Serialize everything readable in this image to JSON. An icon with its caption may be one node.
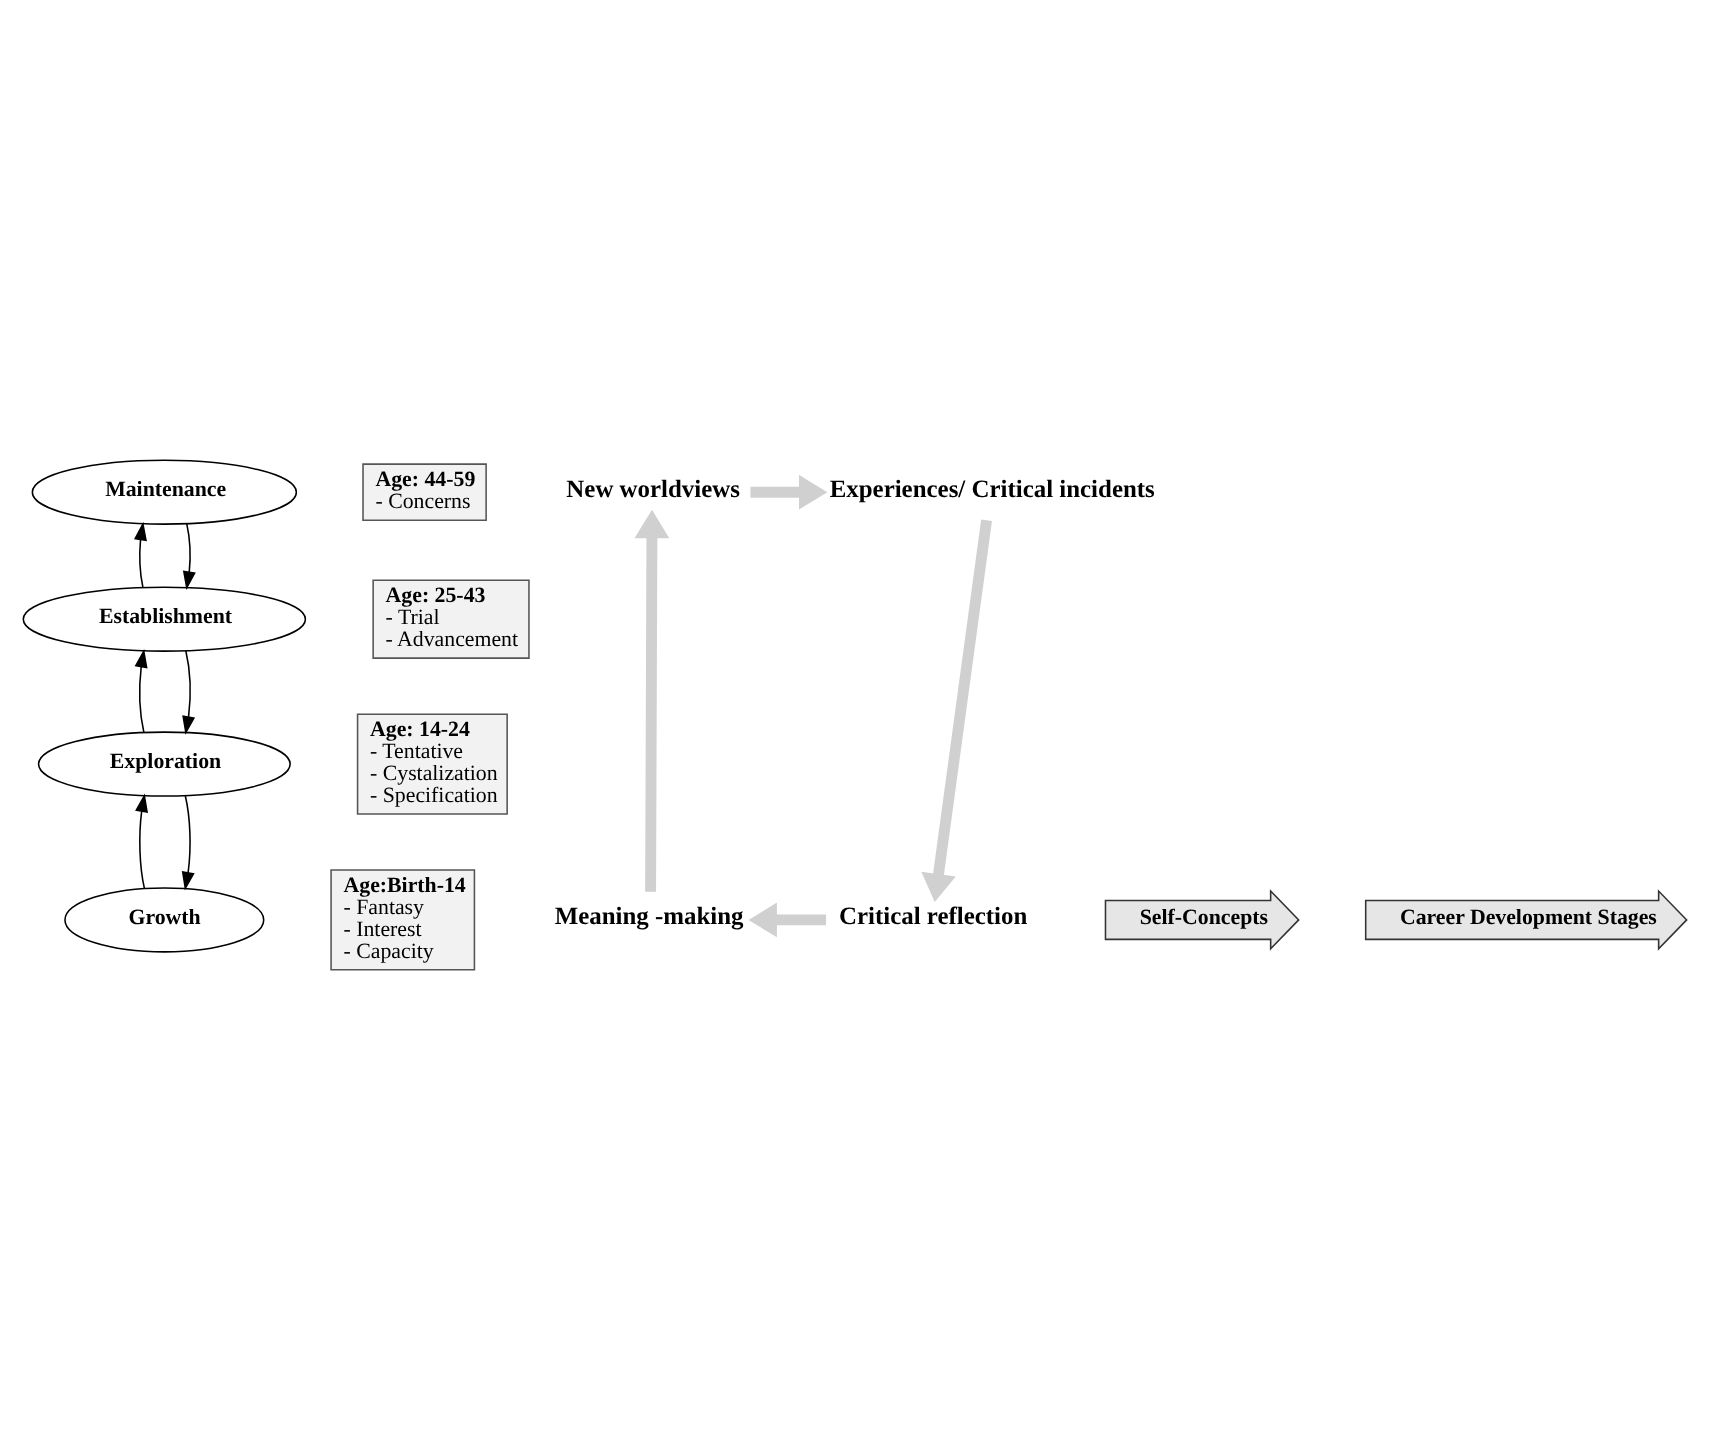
{
  "diagram": {
    "nodes": [
      {
        "text": [
          "Growth"
        ],
        "beside": [
          "Age:Birth-14",
          "- Fantasy",
          "- Interest",
          "- Capacity"
        ]
      },
      {
        "text": [
          "Exploration"
        ],
        "beside": [
          "Age: 14-24",
          "- Tentative",
          "- Cystalization",
          "- Specification"
        ]
      },
      {
        "text": [
          "Establishment"
        ],
        "beside": [
          "Age: 25-43",
          "- Trial",
          "- Advancement"
        ]
      },
      {
        "text": [
          "Maintenance"
        ],
        "beside": [
          "Age: 44-59",
          "- Concerns"
        ]
      },
      {
        "text": [
          "New worldviews"
        ]
      },
      {
        "text": [
          "Experiences/ Critical incidents"
        ]
      },
      {
        "text": [
          "Critical reflection"
        ]
      },
      {
        "text": [
          "Meaning -making"
        ]
      }
    ],
    "edges": [
      {
        "from": 0,
        "to": 1,
        "arrow": "to"
      },
      {
        "from": 1,
        "to": 0,
        "arrow": "to"
      },
      {
        "from": 1,
        "to": 2,
        "arrow": "to"
      },
      {
        "from": 2,
        "to": 1,
        "arrow": "to"
      },
      {
        "from": 2,
        "to": 3,
        "arrow": "to"
      },
      {
        "from": 3,
        "to": 2,
        "arrow": "to"
      },
      {
        "from": 4,
        "to": 5,
        "arrow": "to",
        "style": "thick",
        "color": "#d0d0d0"
      },
      {
        "from": 5,
        "to": 6,
        "arrow": "to",
        "style": "thick",
        "color": "#d0d0d0"
      },
      {
        "from": 6,
        "to": 7,
        "arrow": "to",
        "style": "thick",
        "color": "#d0d0d0"
      },
      {
        "from": 7,
        "to": 4,
        "arrow": "to",
        "style": "thick",
        "color": "#d0d0d0"
      }
    ],
    "labels": [
      "Self-Concepts",
      "Career Development Stages"
    ]
  }
}
